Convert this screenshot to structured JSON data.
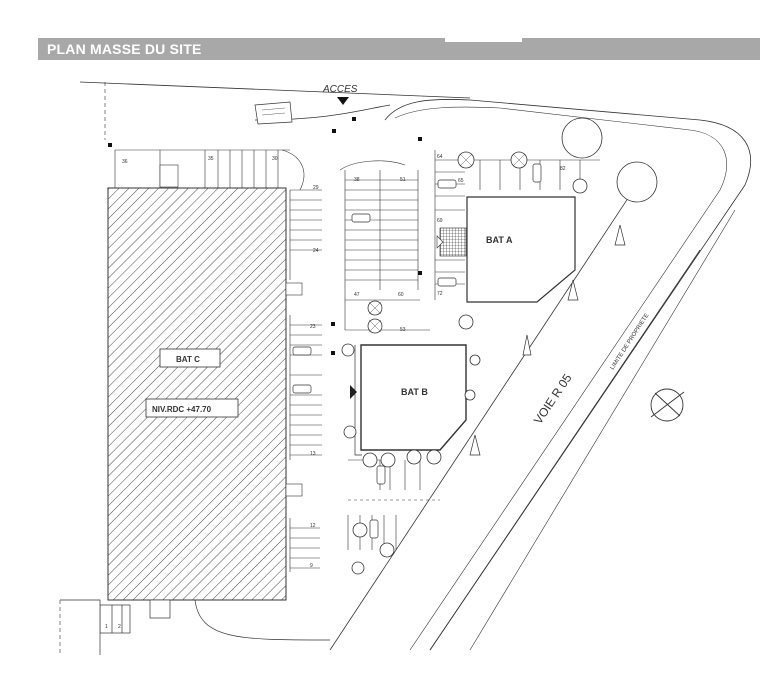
{
  "header": {
    "title": "PLAN MASSE DU SITE"
  },
  "labels": {
    "acces": "ACCES",
    "bat_a": "BAT A",
    "bat_b": "BAT B",
    "bat_c": "BAT C",
    "niv_rdc": "NIV.RDC +47.70",
    "voie": "VOIE R 05",
    "limite": "LIMITE DE PROPRIETE"
  },
  "parking_numbers": [
    "36",
    "35",
    "30",
    "29",
    "24",
    "38",
    "51",
    "64",
    "65",
    "69",
    "72",
    "47",
    "60",
    "53",
    "23",
    "13",
    "12",
    "9",
    "1",
    "2",
    "82"
  ],
  "colors": {
    "header_bg": "#a8a8a8",
    "line": "#333333"
  }
}
